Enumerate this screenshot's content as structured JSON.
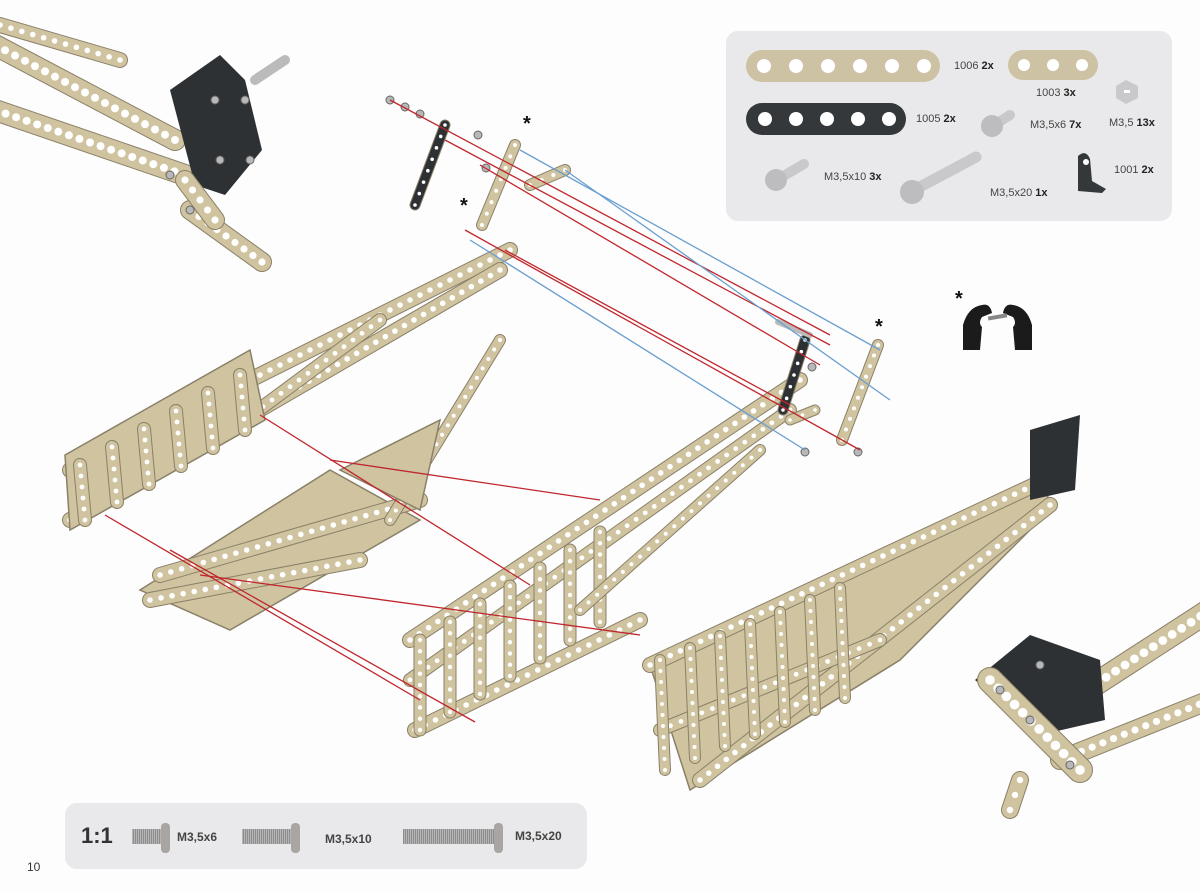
{
  "page_number": "10",
  "parts_list": [
    {
      "code": "1006",
      "qty": "2x"
    },
    {
      "code": "1003",
      "qty": "3x"
    },
    {
      "code": "1005",
      "qty": "2x"
    },
    {
      "code": "M3,5x6",
      "qty": "7x"
    },
    {
      "code": "M3,5",
      "qty": "13x"
    },
    {
      "code": "M3,5x10",
      "qty": "3x"
    },
    {
      "code": "M3,5x20",
      "qty": "1x"
    },
    {
      "code": "1001",
      "qty": "2x"
    }
  ],
  "scale_bar": {
    "ratio": "1:1",
    "screws": [
      "M3,5x6",
      "M3,5x10",
      "M3,5x20"
    ]
  },
  "markers": {
    "asterisk": "*"
  },
  "colors": {
    "strip": "#cfc3a0",
    "dark_part": "#2e3133",
    "red_line": "#c0262c",
    "blue_line": "#6a9fd0",
    "panel": "#e9e9eb"
  }
}
